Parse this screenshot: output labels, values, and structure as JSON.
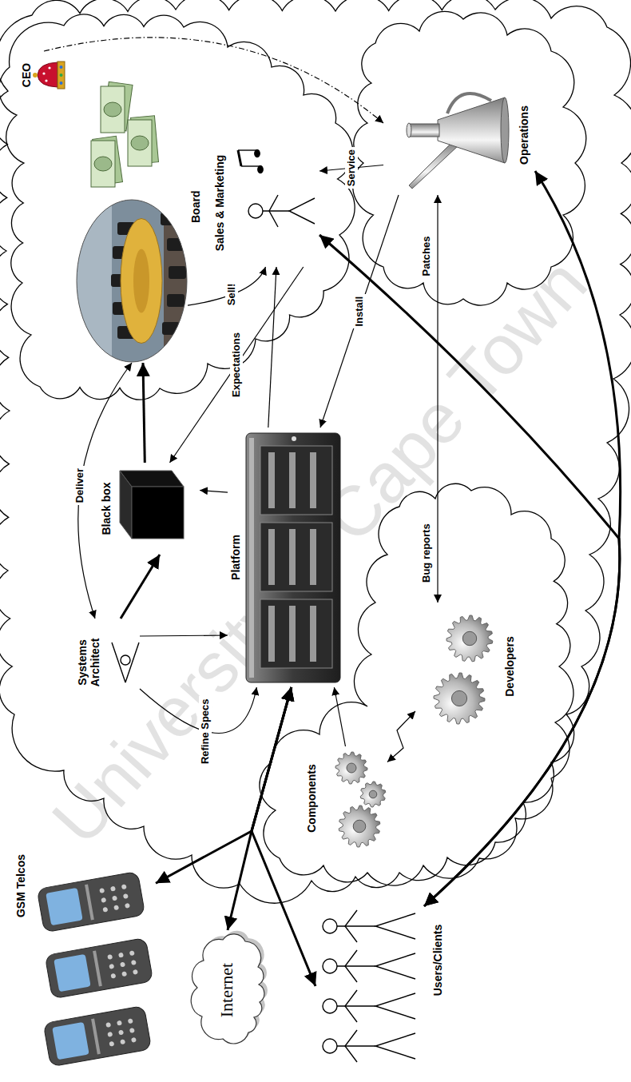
{
  "diagram": {
    "nodes": [
      {
        "text": [
          "CEO"
        ]
      },
      {
        "text": [
          "Board"
        ]
      },
      {
        "text": [
          "Sales & Marketing"
        ]
      },
      {
        "text": [
          "Operations"
        ]
      },
      {
        "text": [
          "Systems Architect"
        ]
      },
      {
        "text": [
          "Black box"
        ]
      },
      {
        "text": [
          "Platform"
        ]
      },
      {
        "text": [
          "Components"
        ]
      },
      {
        "text": [
          "Developers"
        ]
      },
      {
        "text": [
          "GSM Telcos"
        ]
      },
      {
        "text": [
          "Internet"
        ]
      },
      {
        "text": [
          "Users/Clients"
        ]
      }
    ],
    "edges": [
      {
        "from": 0,
        "to": 3,
        "arrow": "to"
      },
      {
        "from": 1,
        "to": 4,
        "label": "Deliver",
        "arrow": "both"
      },
      {
        "from": 1,
        "to": 2,
        "label": "Sell!",
        "arrow": "to"
      },
      {
        "from": 2,
        "to": 5,
        "label": "Expectations",
        "arrow": "to"
      },
      {
        "from": 3,
        "to": 2,
        "label": "Service",
        "arrow": "to"
      },
      {
        "from": 3,
        "to": 6,
        "label": "Install",
        "arrow": "to"
      },
      {
        "from": 3,
        "to": 8,
        "label": "Patches",
        "arrow": "both"
      },
      {
        "from": 4,
        "to": 5,
        "arrow": "to"
      },
      {
        "from": 5,
        "to": 1,
        "arrow": "to"
      },
      {
        "from": 4,
        "to": 6,
        "label": "Refine Specs",
        "arrow": "to"
      },
      {
        "from": 4,
        "to": 6,
        "arrow": "to"
      },
      {
        "from": 6,
        "to": 5,
        "arrow": "to"
      },
      {
        "from": 6,
        "to": 2,
        "arrow": "to"
      },
      {
        "from": 7,
        "to": 6,
        "arrow": "to"
      },
      {
        "from": 7,
        "to": 8,
        "arrow": "both"
      },
      {
        "from": 6,
        "to": 9,
        "arrow": "both"
      },
      {
        "from": 6,
        "to": 10,
        "arrow": "both"
      },
      {
        "from": 6,
        "to": 11,
        "arrow": "both"
      },
      {
        "from": 11,
        "to": 3,
        "arrow": "both"
      },
      {
        "from": 11,
        "to": 2,
        "arrow": "both"
      }
    ],
    "labels": [
      "Bug reports",
      "University of Cape Town"
    ]
  }
}
